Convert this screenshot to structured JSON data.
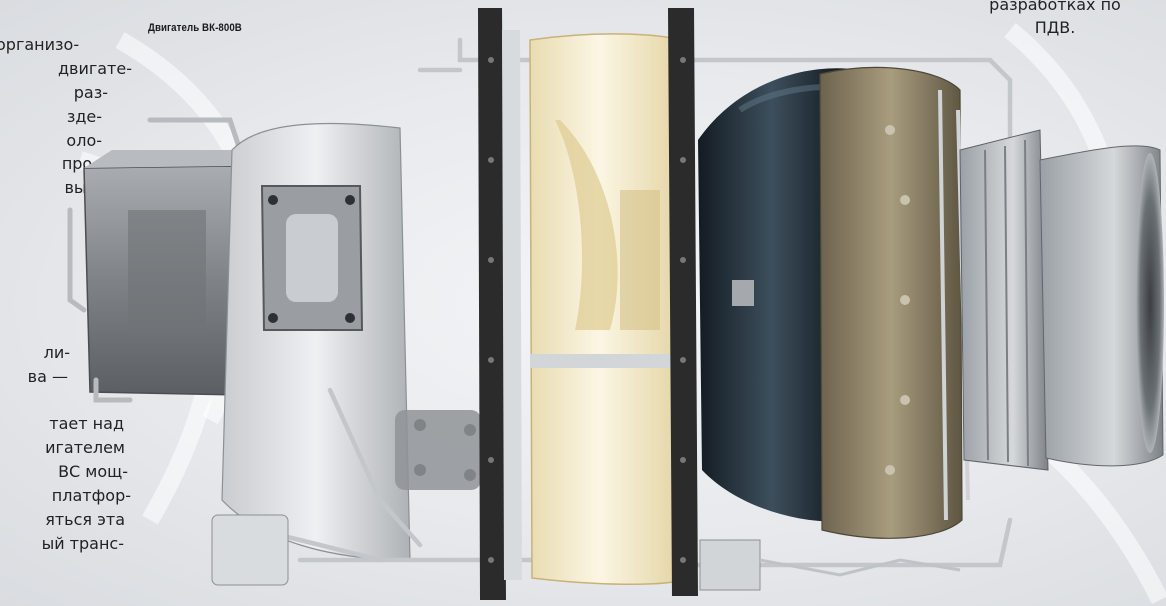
{
  "caption": "Двигатель ВК-800В",
  "left_column": {
    "lines": [
      "организо-",
      "двигате-",
      "раз-",
      "зде-",
      "оло-",
      "про-",
      "вых",
      "",
      "",
      "",
      "",
      "",
      "",
      "",
      "ли-",
      "ва —",
      "",
      "тает над",
      "игателем",
      "ВС  мощ-",
      "платфор-",
      "яться эта",
      "ый транс-"
    ]
  },
  "right_column": {
    "lines": [
      "разработках по",
      "ПДВ."
    ]
  },
  "colors": {
    "background": "#e7e9ec",
    "text": "#222222",
    "flange": "#2b2b2b",
    "fan_blade": "#f1e7c6",
    "dark_casing": "#1f2a33",
    "bronze_casing": "#8a7d62",
    "gearbox_grey": "#8e9296"
  },
  "icons": [
    "turboshaft-engine-illustration"
  ]
}
